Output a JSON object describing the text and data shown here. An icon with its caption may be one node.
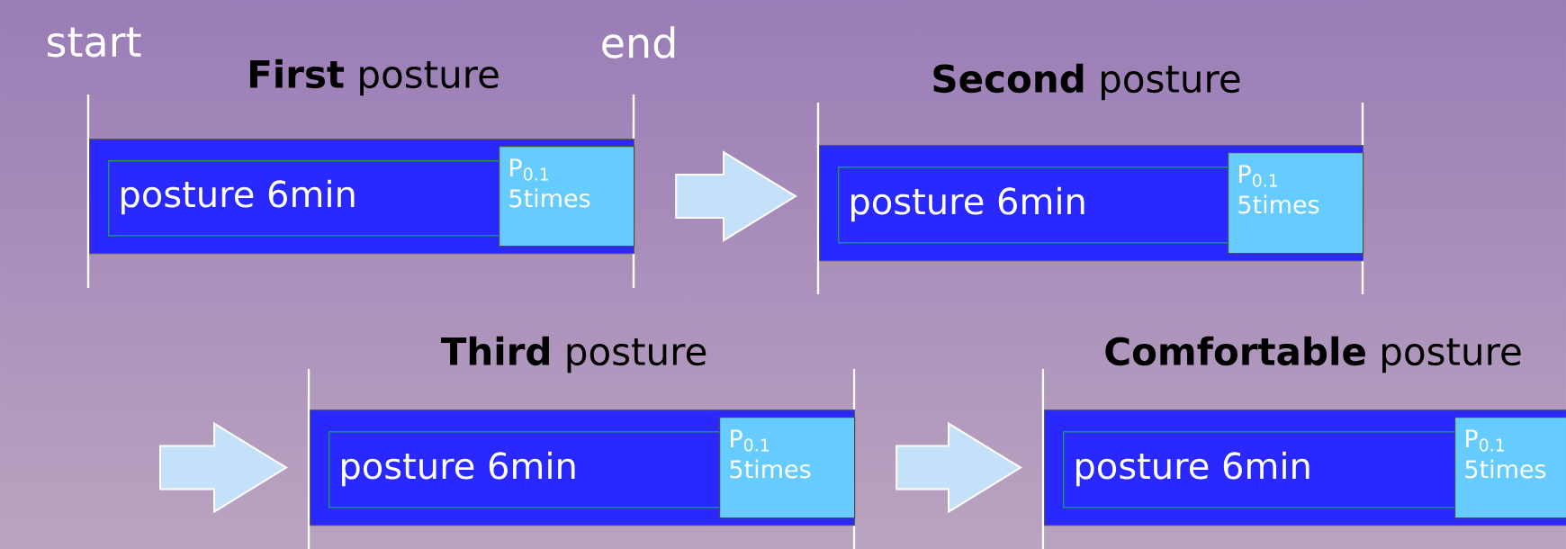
{
  "diagram": {
    "nodes": [
      {
        "text": [
          "**First** posture"
        ]
      },
      {
        "text": [
          "posture 6min"
        ],
        "in": 0
      },
      {
        "text": [
          "P$_{0.1}$ 5times"
        ],
        "in": 0
      },
      {
        "text": [
          "**Second** posture"
        ]
      },
      {
        "text": [
          "posture 6min"
        ],
        "in": 3
      },
      {
        "text": [
          "P$_{0.1}$ 5times"
        ],
        "in": 3
      },
      {
        "text": [
          "**Third** posture"
        ]
      },
      {
        "text": [
          "posture 6min"
        ],
        "in": 6
      },
      {
        "text": [
          "P$_{0.1}$ 5times"
        ],
        "in": 6
      },
      {
        "text": [
          "**Comfortable** posture"
        ]
      },
      {
        "text": [
          "posture 6min"
        ],
        "in": 9
      },
      {
        "text": [
          "P$_{0.1}$ 5times"
        ],
        "in": 9
      }
    ],
    "edges": [
      {
        "from": 0,
        "to": 3,
        "arrow": "to"
      },
      {
        "from": null,
        "to": 6,
        "arrow": "to"
      },
      {
        "from": 6,
        "to": 9,
        "arrow": "to"
      }
    ],
    "labels": [
      "start",
      "end"
    ]
  }
}
